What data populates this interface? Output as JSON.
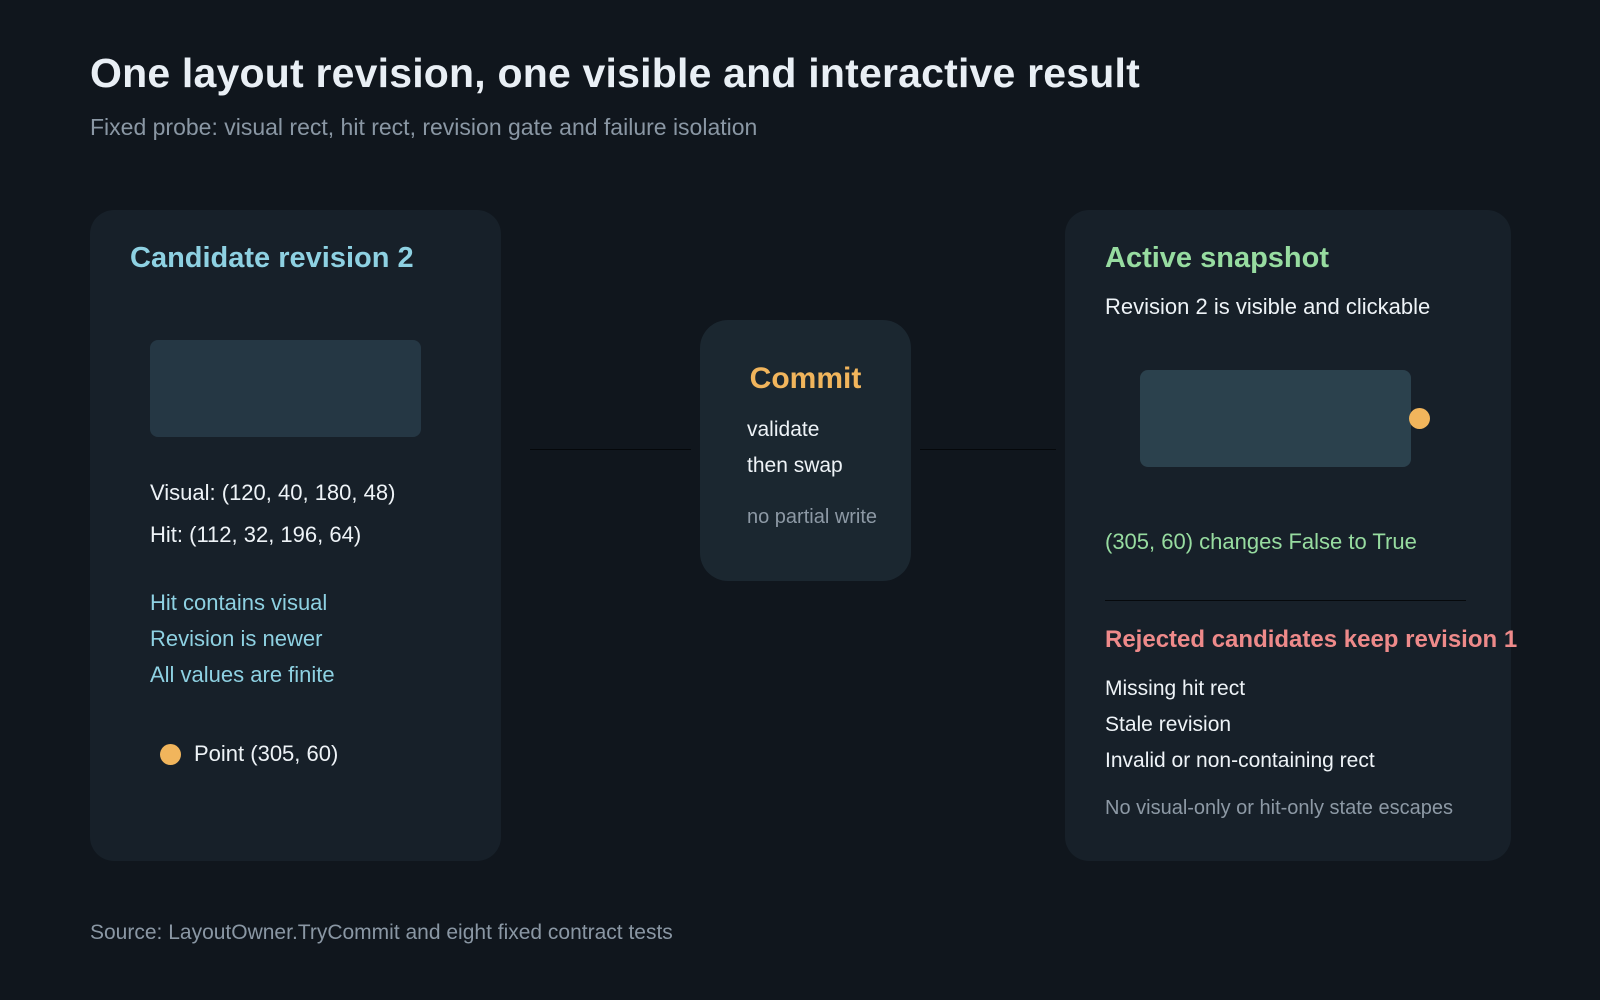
{
  "header": {
    "title": "One layout revision, one visible and interactive result",
    "subtitle": "Fixed probe: visual rect, hit rect, revision gate and failure isolation"
  },
  "candidate": {
    "heading": "Candidate revision 2",
    "visual": "Visual: (120, 40, 180, 48)",
    "hit": "Hit: (112, 32, 196, 64)",
    "checks": [
      "Hit contains visual",
      "Revision is newer",
      "All values are finite"
    ],
    "point_label": "Point (305, 60)"
  },
  "commit": {
    "heading": "Commit",
    "line1": "validate",
    "line2": "then swap",
    "note": "no partial write"
  },
  "active": {
    "heading": "Active snapshot",
    "status": "Revision 2 is visible and clickable",
    "change": "(305, 60) changes False to True"
  },
  "rejected": {
    "heading": "Rejected candidates keep revision 1",
    "items": [
      "Missing hit rect",
      "Stale revision",
      "Invalid or non-containing rect"
    ],
    "note": "No visual-only or hit-only state escapes"
  },
  "footer": {
    "source": "Source: LayoutOwner.TryCommit and eight fixed contract tests"
  },
  "colors": {
    "background": "#10161d",
    "candidate_accent": "#8ed1e2",
    "active_accent": "#97dca0",
    "commit_accent": "#f1b55c",
    "rejected_accent": "#ee8a8a"
  }
}
